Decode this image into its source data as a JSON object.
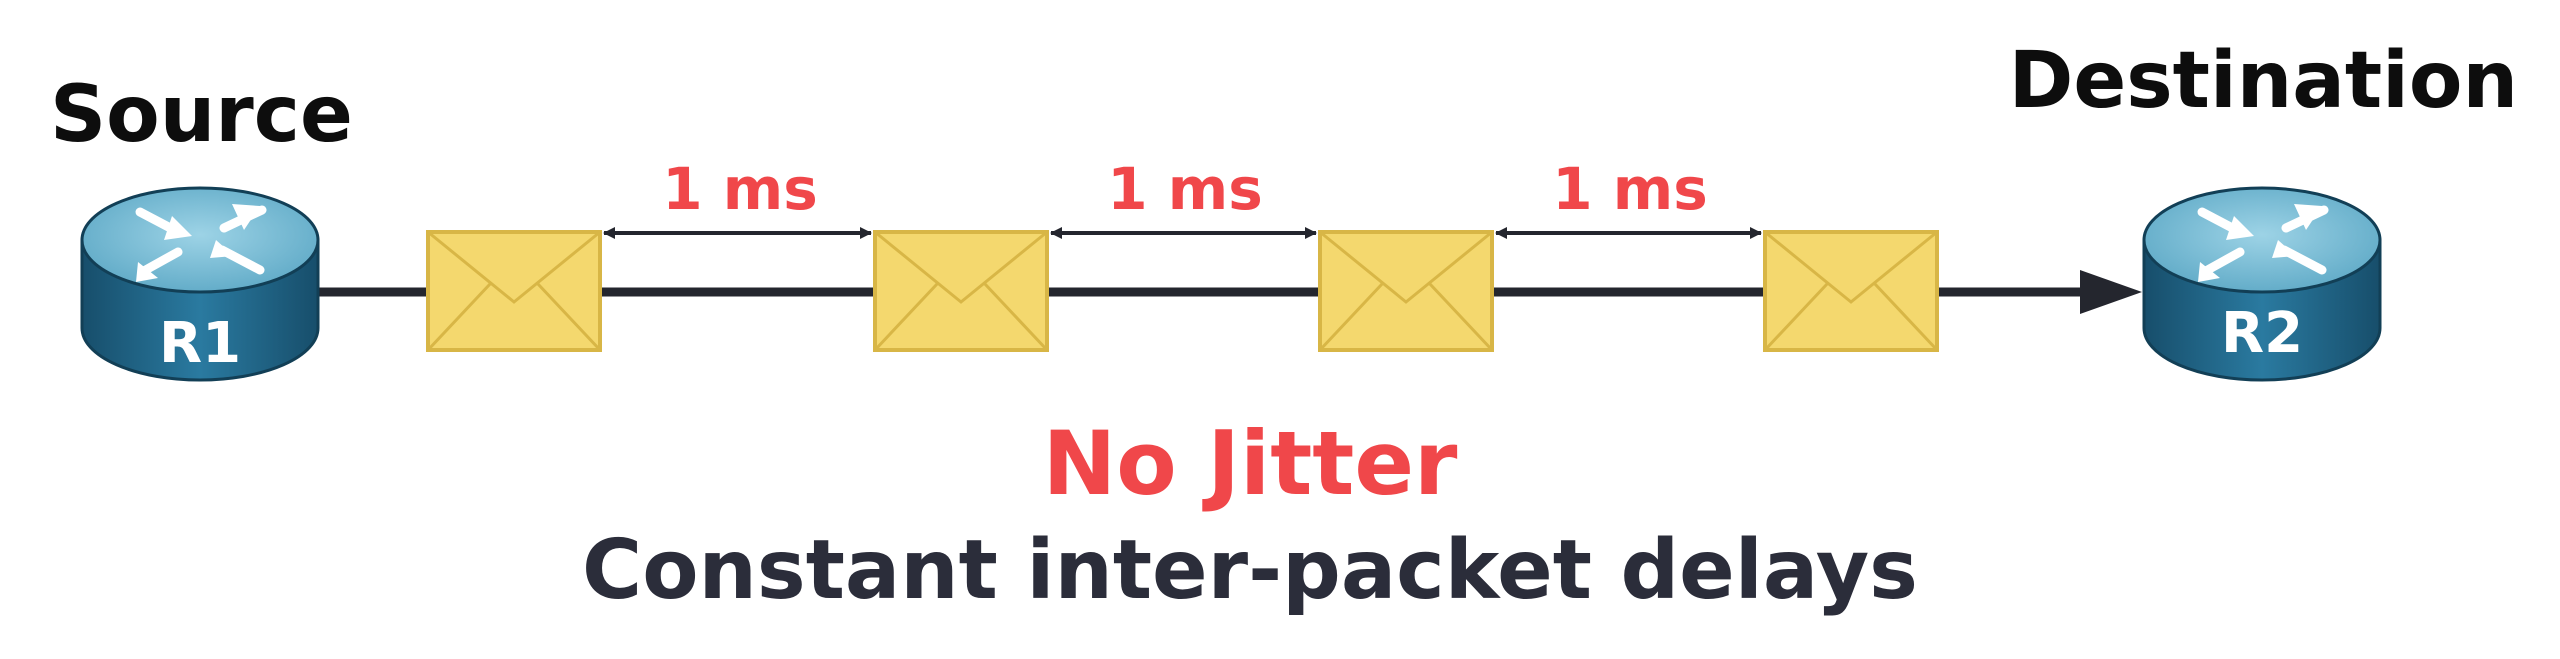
{
  "diagram": {
    "source_label": "Source",
    "destination_label": "Destination",
    "routers": [
      {
        "label": "R1",
        "icon": "router-icon"
      },
      {
        "label": "R2",
        "icon": "router-icon"
      }
    ],
    "packets": [
      {
        "icon": "envelope-icon"
      },
      {
        "icon": "envelope-icon"
      },
      {
        "icon": "envelope-icon"
      },
      {
        "icon": "envelope-icon"
      }
    ],
    "delays": [
      {
        "label": "1 ms"
      },
      {
        "label": "1 ms"
      },
      {
        "label": "1 ms"
      }
    ],
    "headline": "No Jitter",
    "subtitle": "Constant inter-packet delays"
  },
  "colors": {
    "accent_red": "#f0474a",
    "text_dark": "#2b2d3a",
    "link_line": "#24262e",
    "router_top": "#7fc2db",
    "router_side": "#1d5f80",
    "envelope_fill": "#f4d86e",
    "envelope_border": "#d8b646"
  }
}
